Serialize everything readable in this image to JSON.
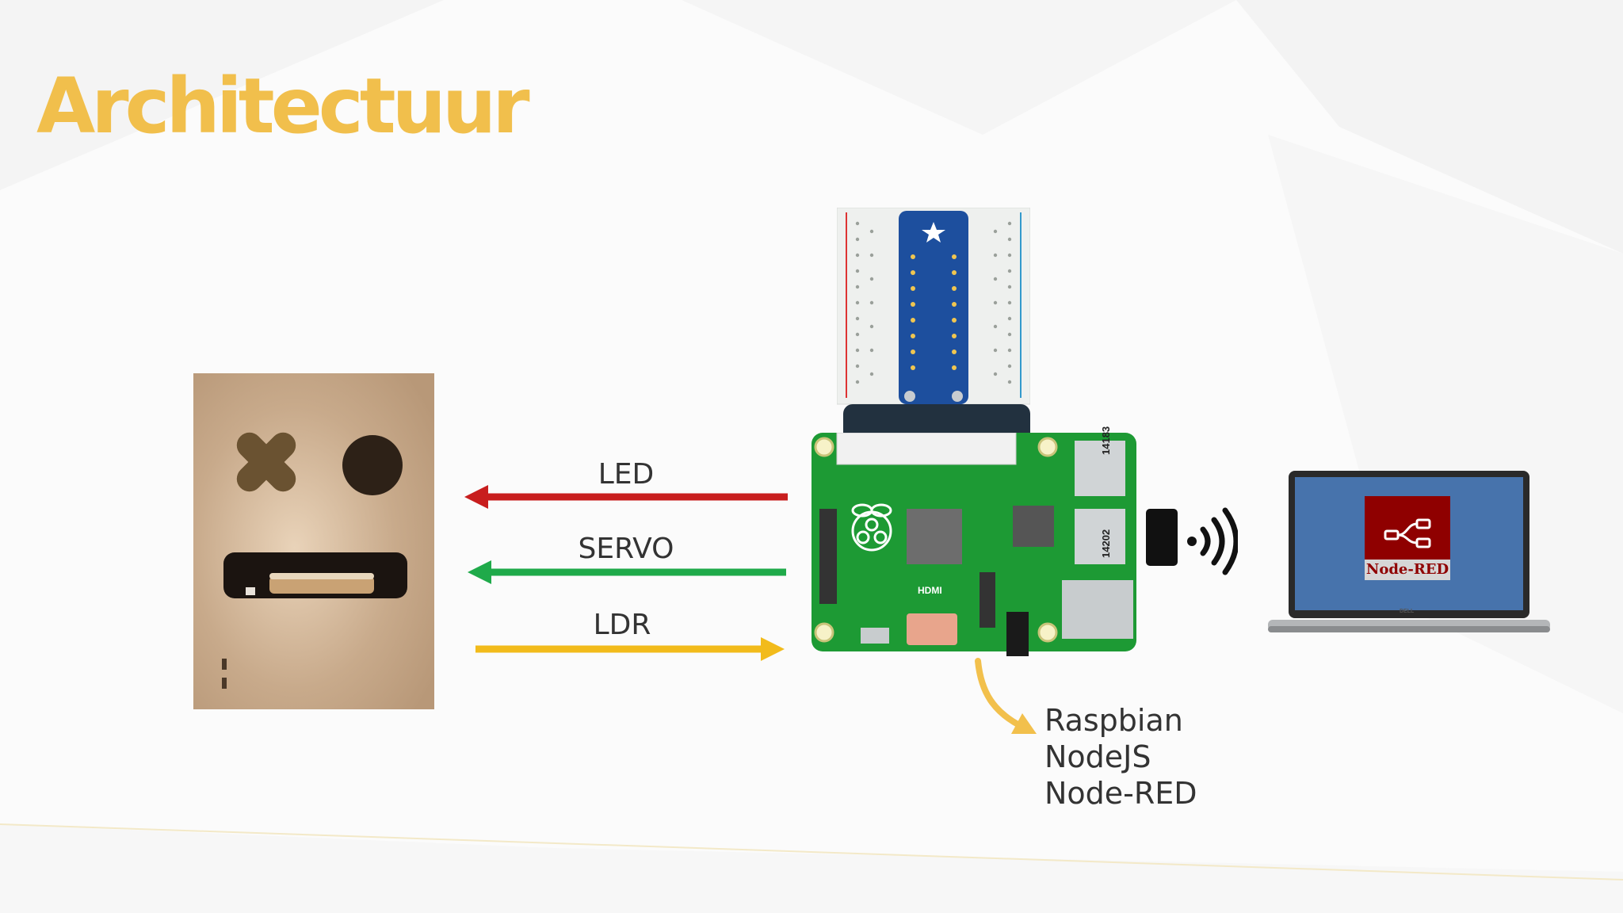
{
  "slide": {
    "title": "Architectuur",
    "colors": {
      "title": "#f1bf4c",
      "led_arrow": "#c81e1e",
      "servo_arrow": "#1faa4a",
      "ldr_arrow": "#f2bb1b",
      "os_arrow": "#f2c04c",
      "pcb": "#1d9a34",
      "node_red": "#8f0000"
    }
  },
  "signals": [
    {
      "label": "LED",
      "direction": "to-device"
    },
    {
      "label": "SERVO",
      "direction": "to-device"
    },
    {
      "label": "LDR",
      "direction": "to-pi"
    }
  ],
  "software_stack": [
    "Raspbian",
    "NodeJS",
    "Node-RED"
  ],
  "laptop": {
    "screen_app": "Node-RED",
    "brand": "DELL"
  },
  "icons": {
    "device": "wooden-box-face",
    "board": "raspberry-pi-icon",
    "breadboard": "breadboard-icon",
    "dongle": "wifi-dongle-icon",
    "wireless": "wireless-signal-icon",
    "laptop": "laptop-icon"
  },
  "board": {
    "usb_ports": [
      "14183",
      "14202"
    ],
    "hdmi_label": "HDMI"
  }
}
